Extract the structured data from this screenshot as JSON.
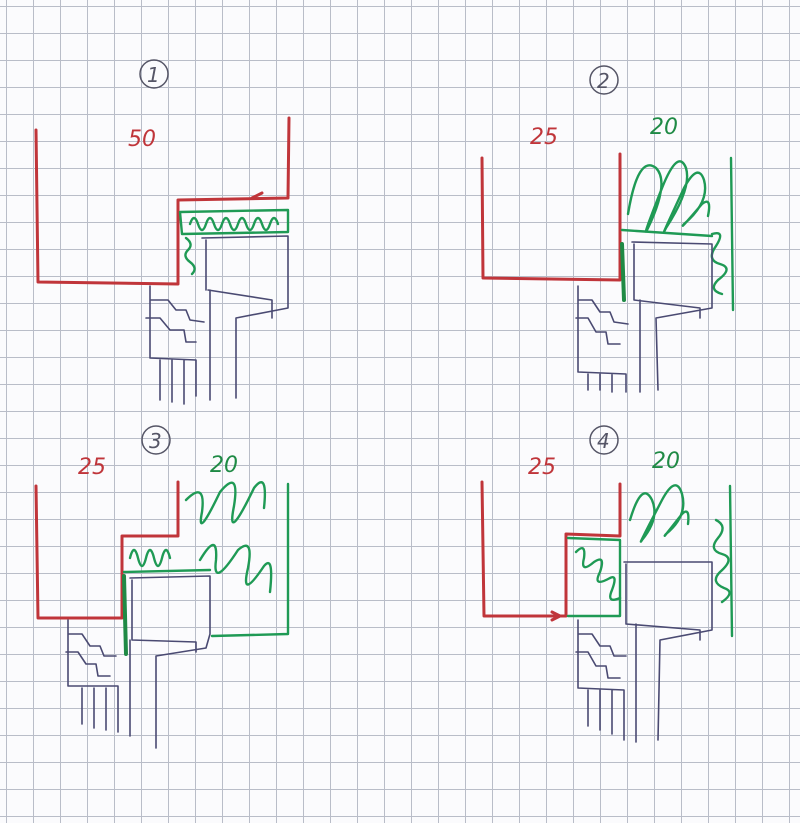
{
  "sketches": [
    {
      "id": "1",
      "red_dim": "50",
      "green_dim": ""
    },
    {
      "id": "2",
      "red_dim": "25",
      "green_dim": "20"
    },
    {
      "id": "3",
      "red_dim": "25",
      "green_dim": "20"
    },
    {
      "id": "4",
      "red_dim": "25",
      "green_dim": "20"
    }
  ],
  "colors": {
    "red_line": "#c0353a",
    "green_line": "#1f9a55",
    "blue_line": "#4a4a72",
    "grid": "#b9bdc8"
  }
}
